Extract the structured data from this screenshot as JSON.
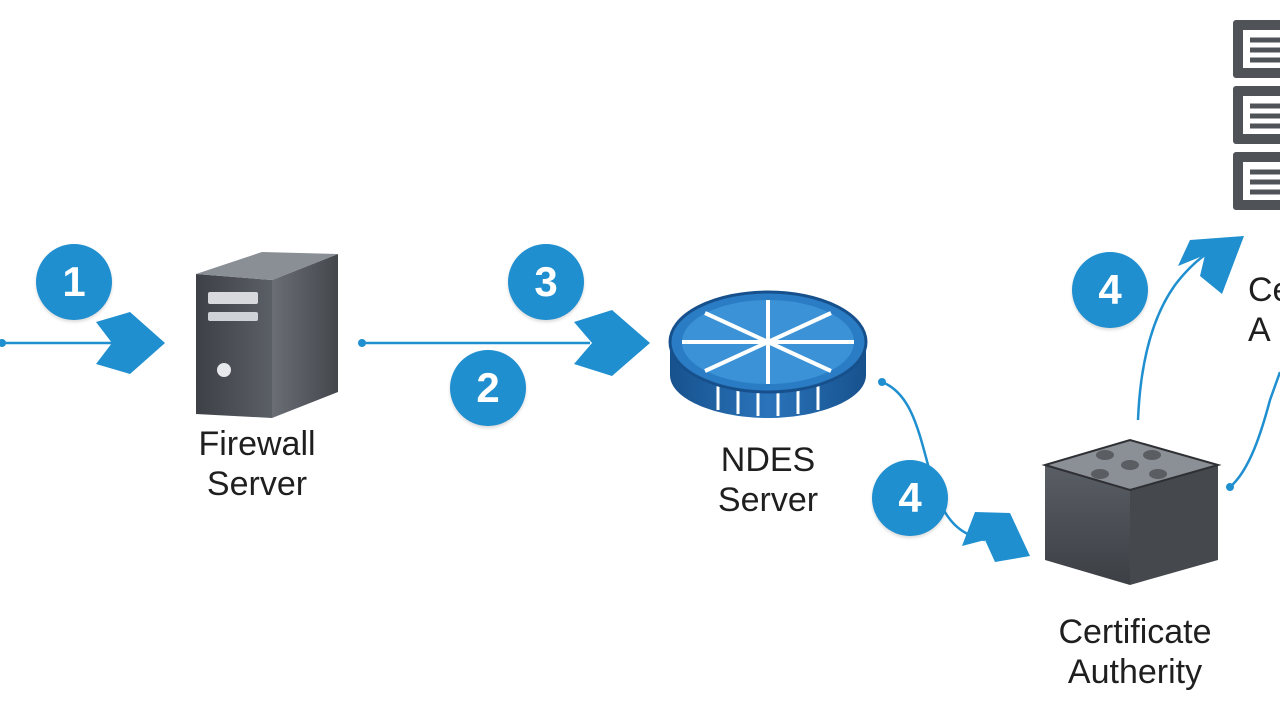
{
  "nodes": {
    "firewall": {
      "line1": "Firewall",
      "line2": "Server",
      "icon": "server-tower-icon"
    },
    "ndes": {
      "line1": "NDES",
      "line2": "Server",
      "icon": "router-icon"
    },
    "ca": {
      "line1": "Certificate",
      "line2": "Autherity",
      "icon": "cube-icon"
    },
    "ca_partial": {
      "line1": "Ce",
      "line2": "A"
    },
    "rack": {
      "icon": "server-rack-icon"
    }
  },
  "steps": [
    {
      "label": "1"
    },
    {
      "label": "2"
    },
    {
      "label": "3"
    },
    {
      "label": "4"
    },
    {
      "label": "4"
    }
  ],
  "colors": {
    "accent": "#1f8fcf",
    "dark_blue": "#1a5a9a",
    "device_gray": "#4a4d52",
    "text": "#1f1f1f"
  }
}
